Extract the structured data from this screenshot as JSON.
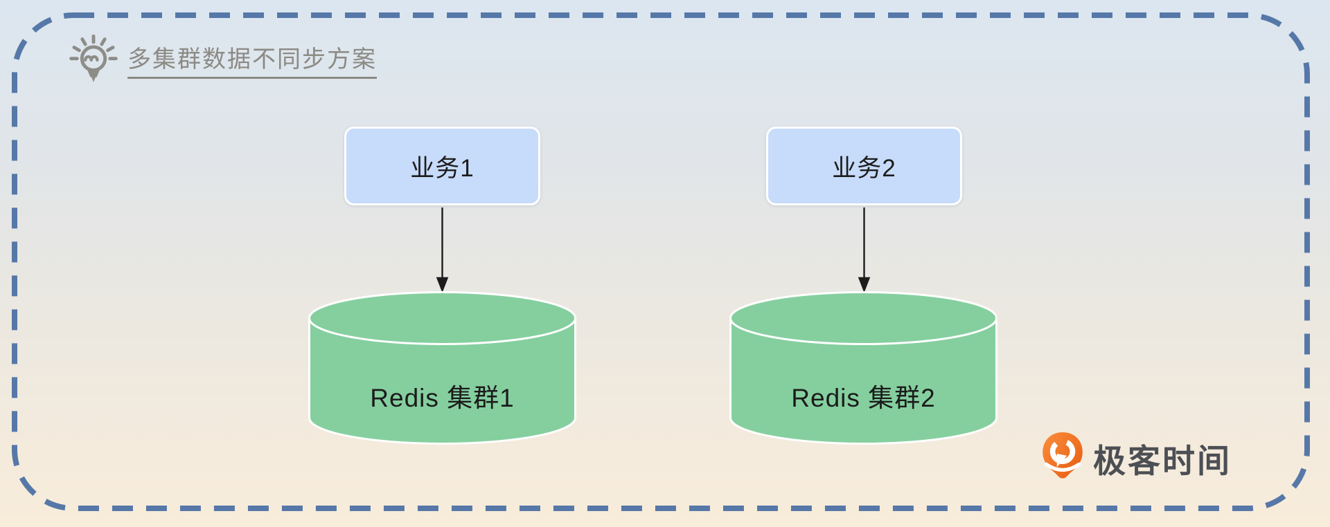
{
  "title": {
    "icon": "lightbulb-icon",
    "text": "多集群数据不同步方案"
  },
  "diagram": {
    "nodes": [
      {
        "id": "service-1",
        "type": "box",
        "label": "业务1"
      },
      {
        "id": "service-2",
        "type": "box",
        "label": "业务2"
      },
      {
        "id": "redis-cluster-1",
        "type": "cylinder",
        "label": "Redis 集群1"
      },
      {
        "id": "redis-cluster-2",
        "type": "cylinder",
        "label": "Redis 集群2"
      }
    ],
    "edges": [
      {
        "from": "service-1",
        "to": "redis-cluster-1",
        "type": "arrow-down"
      },
      {
        "from": "service-2",
        "to": "redis-cluster-2",
        "type": "arrow-down"
      }
    ]
  },
  "logo": {
    "icon": "geektime-pin-icon",
    "text": "极客时间"
  },
  "colors": {
    "background_top": "#dce6f0",
    "background_bottom": "#f8ecda",
    "dashed_border": "#5678a8",
    "box_fill": "#c7dbfa",
    "box_border": "#ffffff",
    "cylinder_fill": "#85cf9f",
    "cylinder_outline": "#ffffff",
    "arrow": "#1c1c1c",
    "title_text": "#8b8a84",
    "node_text": "#1c1c1c",
    "logo_orange": "#ee6a1d",
    "logo_text": "#4c4f54"
  }
}
